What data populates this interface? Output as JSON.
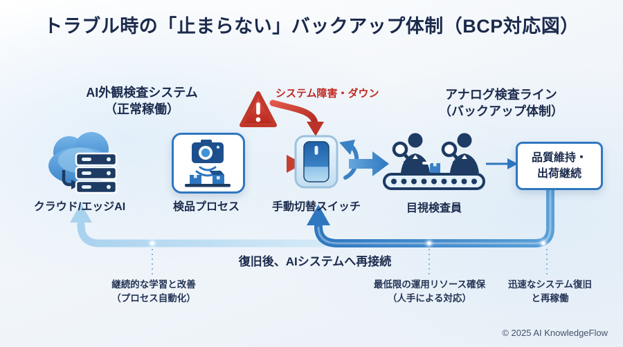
{
  "title": "トラブル時の「止まらない」バックアップ体制（BCP対応図）",
  "sections": {
    "ai_system": {
      "line1": "AI外観検査システム",
      "line2": "（正常稼働）"
    },
    "analog_line": {
      "line1": "アナログ検査ライン",
      "line2": "（バックアップ体制）"
    }
  },
  "failure": {
    "label": "システム障害・ダウン"
  },
  "nodes": {
    "cloud": {
      "label": "クラウド/エッジAI"
    },
    "inspection": {
      "label": "検品プロセス"
    },
    "switch": {
      "label": "手動切替スイッチ"
    },
    "workers": {
      "label": "目視検査員"
    },
    "quality": {
      "line1": "品質維持・",
      "line2": "出荷継続"
    }
  },
  "return_path": {
    "label": "復旧後、AIシステムへ再接続"
  },
  "annotations": [
    {
      "line1": "継続的な学習と改善",
      "line2": "（プロセス自動化）"
    },
    {
      "line1": "最低限の運用リソース確保",
      "line2": "（人手による対応）"
    },
    {
      "line1": "迅速なシステム復旧",
      "line2": "と再稼働"
    }
  ],
  "footer": {
    "copyright": "© 2025 AI KnowledgeFlow"
  },
  "colors": {
    "accent_blue": "#2e77c0",
    "alert_red": "#bf2b24",
    "dark_navy": "#1b2a4c",
    "pipe_light": "#b7d9ef"
  }
}
